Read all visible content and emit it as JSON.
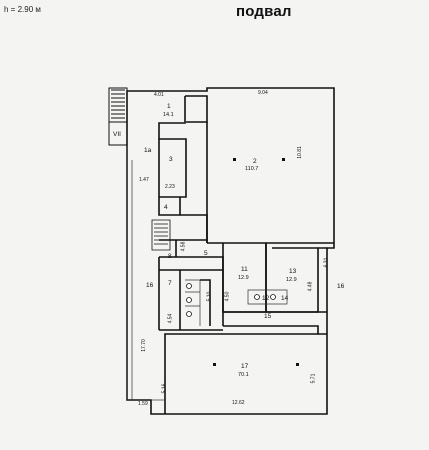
{
  "header": {
    "ceiling_height": "h = 2.90 м",
    "title": "подвал"
  },
  "rooms": [
    {
      "num": "1",
      "area": "14.1"
    },
    {
      "num": "2",
      "area": "110.7"
    },
    {
      "num": "3",
      "area": ""
    },
    {
      "num": "4",
      "area": ""
    },
    {
      "num": "5",
      "area": ""
    },
    {
      "num": "7",
      "area": ""
    },
    {
      "num": "8",
      "area": ""
    },
    {
      "num": "11",
      "area": "12.9"
    },
    {
      "num": "12",
      "area": ""
    },
    {
      "num": "13",
      "area": "12.9"
    },
    {
      "num": "14",
      "area": ""
    },
    {
      "num": "15",
      "area": ""
    },
    {
      "num": "16",
      "area": ""
    },
    {
      "num": "16",
      "area": ""
    },
    {
      "num": "17",
      "area": "70.1"
    },
    {
      "num": "1a",
      "area": ""
    },
    {
      "num": "VII",
      "area": ""
    }
  ],
  "dimensions": {
    "d1": "4.01",
    "d2": "9.04",
    "d3": "10.81",
    "d4": "2.23",
    "d5": "1.47",
    "d6": "4.58",
    "d7": "5.10",
    "d8": "4.50",
    "d9": "4.48",
    "d10": "6.31",
    "d11": "4.54",
    "d12": "17.70",
    "d13": "5.16",
    "d14": "5.71",
    "d15": "1.59",
    "d16": "12.62"
  }
}
